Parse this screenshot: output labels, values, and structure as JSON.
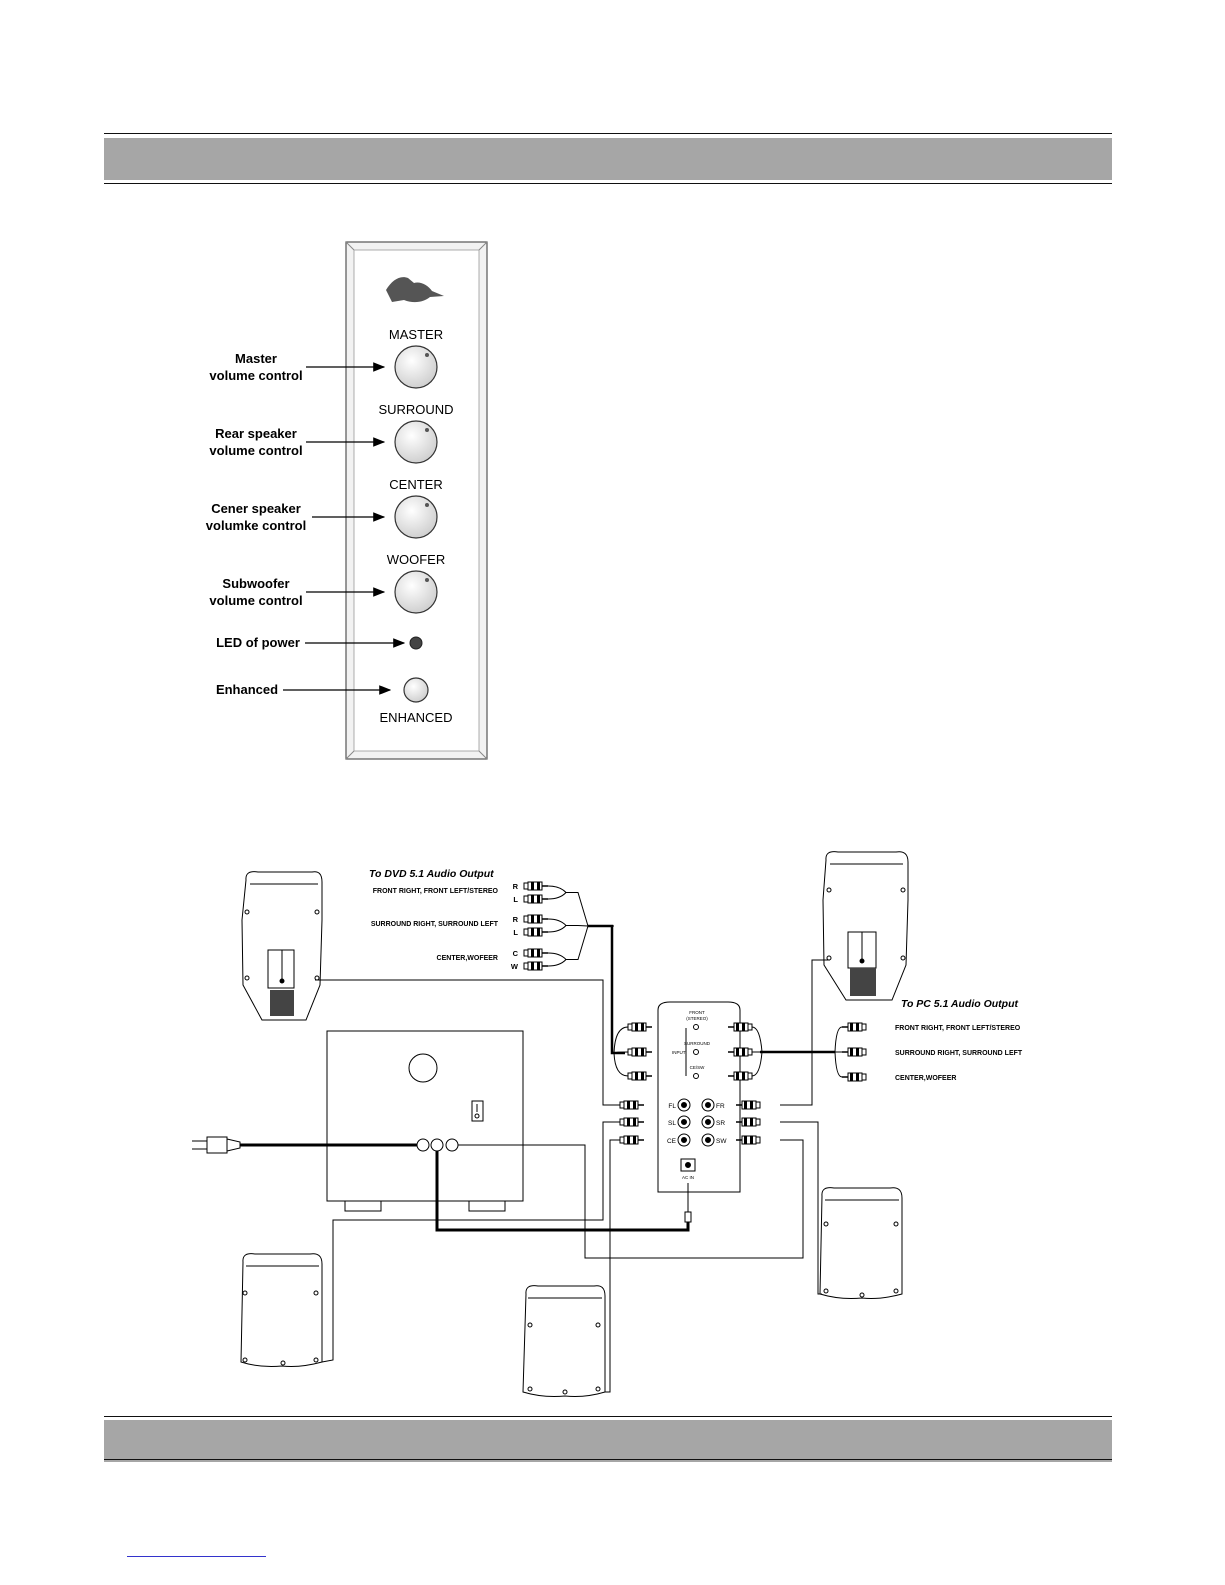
{
  "panel": {
    "brand": "MANTA",
    "knob_labels": [
      "MASTER",
      "SURROUND",
      "CENTER",
      "WOOFER"
    ],
    "enhanced_label": "ENHANCED"
  },
  "callouts": [
    [
      "Master",
      "volume control"
    ],
    [
      "Rear speaker",
      "volume control"
    ],
    [
      "Cener speaker",
      "volumke control"
    ],
    [
      "Subwoofer",
      "volume control"
    ],
    [
      "LED of power"
    ],
    [
      "Enhanced"
    ]
  ],
  "dvd": {
    "title": "To DVD 5.1 Audio Output",
    "groups": [
      {
        "label": "FRONT RIGHT, FRONT LEFT/STEREO",
        "plugs": [
          "R",
          "L"
        ]
      },
      {
        "label": "SURROUND RIGHT, SURROUND LEFT",
        "plugs": [
          "R",
          "L"
        ]
      },
      {
        "label": "CENTER,WOFEER",
        "plugs": [
          "C",
          "W"
        ]
      }
    ]
  },
  "pc": {
    "title": "To PC 5.1 Audio Output",
    "lines": [
      "FRONT RIGHT, FRONT LEFT/STEREO",
      "SURROUND RIGHT, SURROUND LEFT",
      "CENTER,WOFEER"
    ]
  },
  "back_panel": {
    "input_labels": [
      "FRONT\n(STEREO)",
      "SURROUND",
      "CE/SW"
    ],
    "input_word": "INPUT",
    "outputs_left": [
      "FL",
      "SL",
      "CE"
    ],
    "outputs_right": [
      "FR",
      "SR",
      "SW"
    ],
    "ac_in": "AC IN"
  }
}
